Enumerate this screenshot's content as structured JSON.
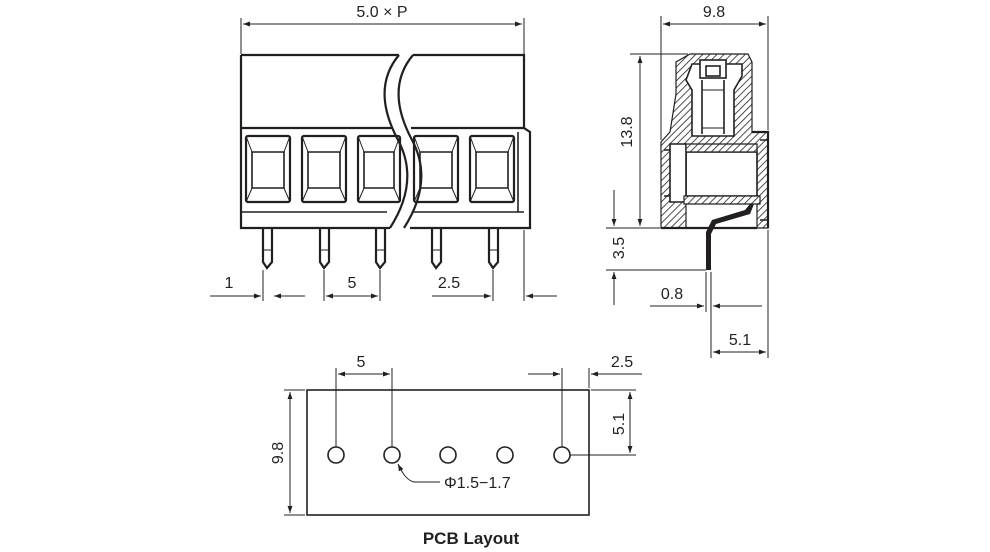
{
  "front_view": {
    "overall_width_label": "5.0 × P",
    "pin_offset_label": "1",
    "pitch_label": "5",
    "edge_offset_label": "2.5"
  },
  "side_view": {
    "width_label": "9.8",
    "height_label": "13.8",
    "pin_length_label": "3.5",
    "pin_thickness_label": "0.8",
    "pin_offset_label": "5.1"
  },
  "pcb_layout": {
    "title": "PCB Layout",
    "pitch_label": "5",
    "edge_offset_label": "2.5",
    "width_label": "9.8",
    "hole_offset_label": "5.1",
    "hole_diameter_label": "Φ1.5−1.7"
  }
}
